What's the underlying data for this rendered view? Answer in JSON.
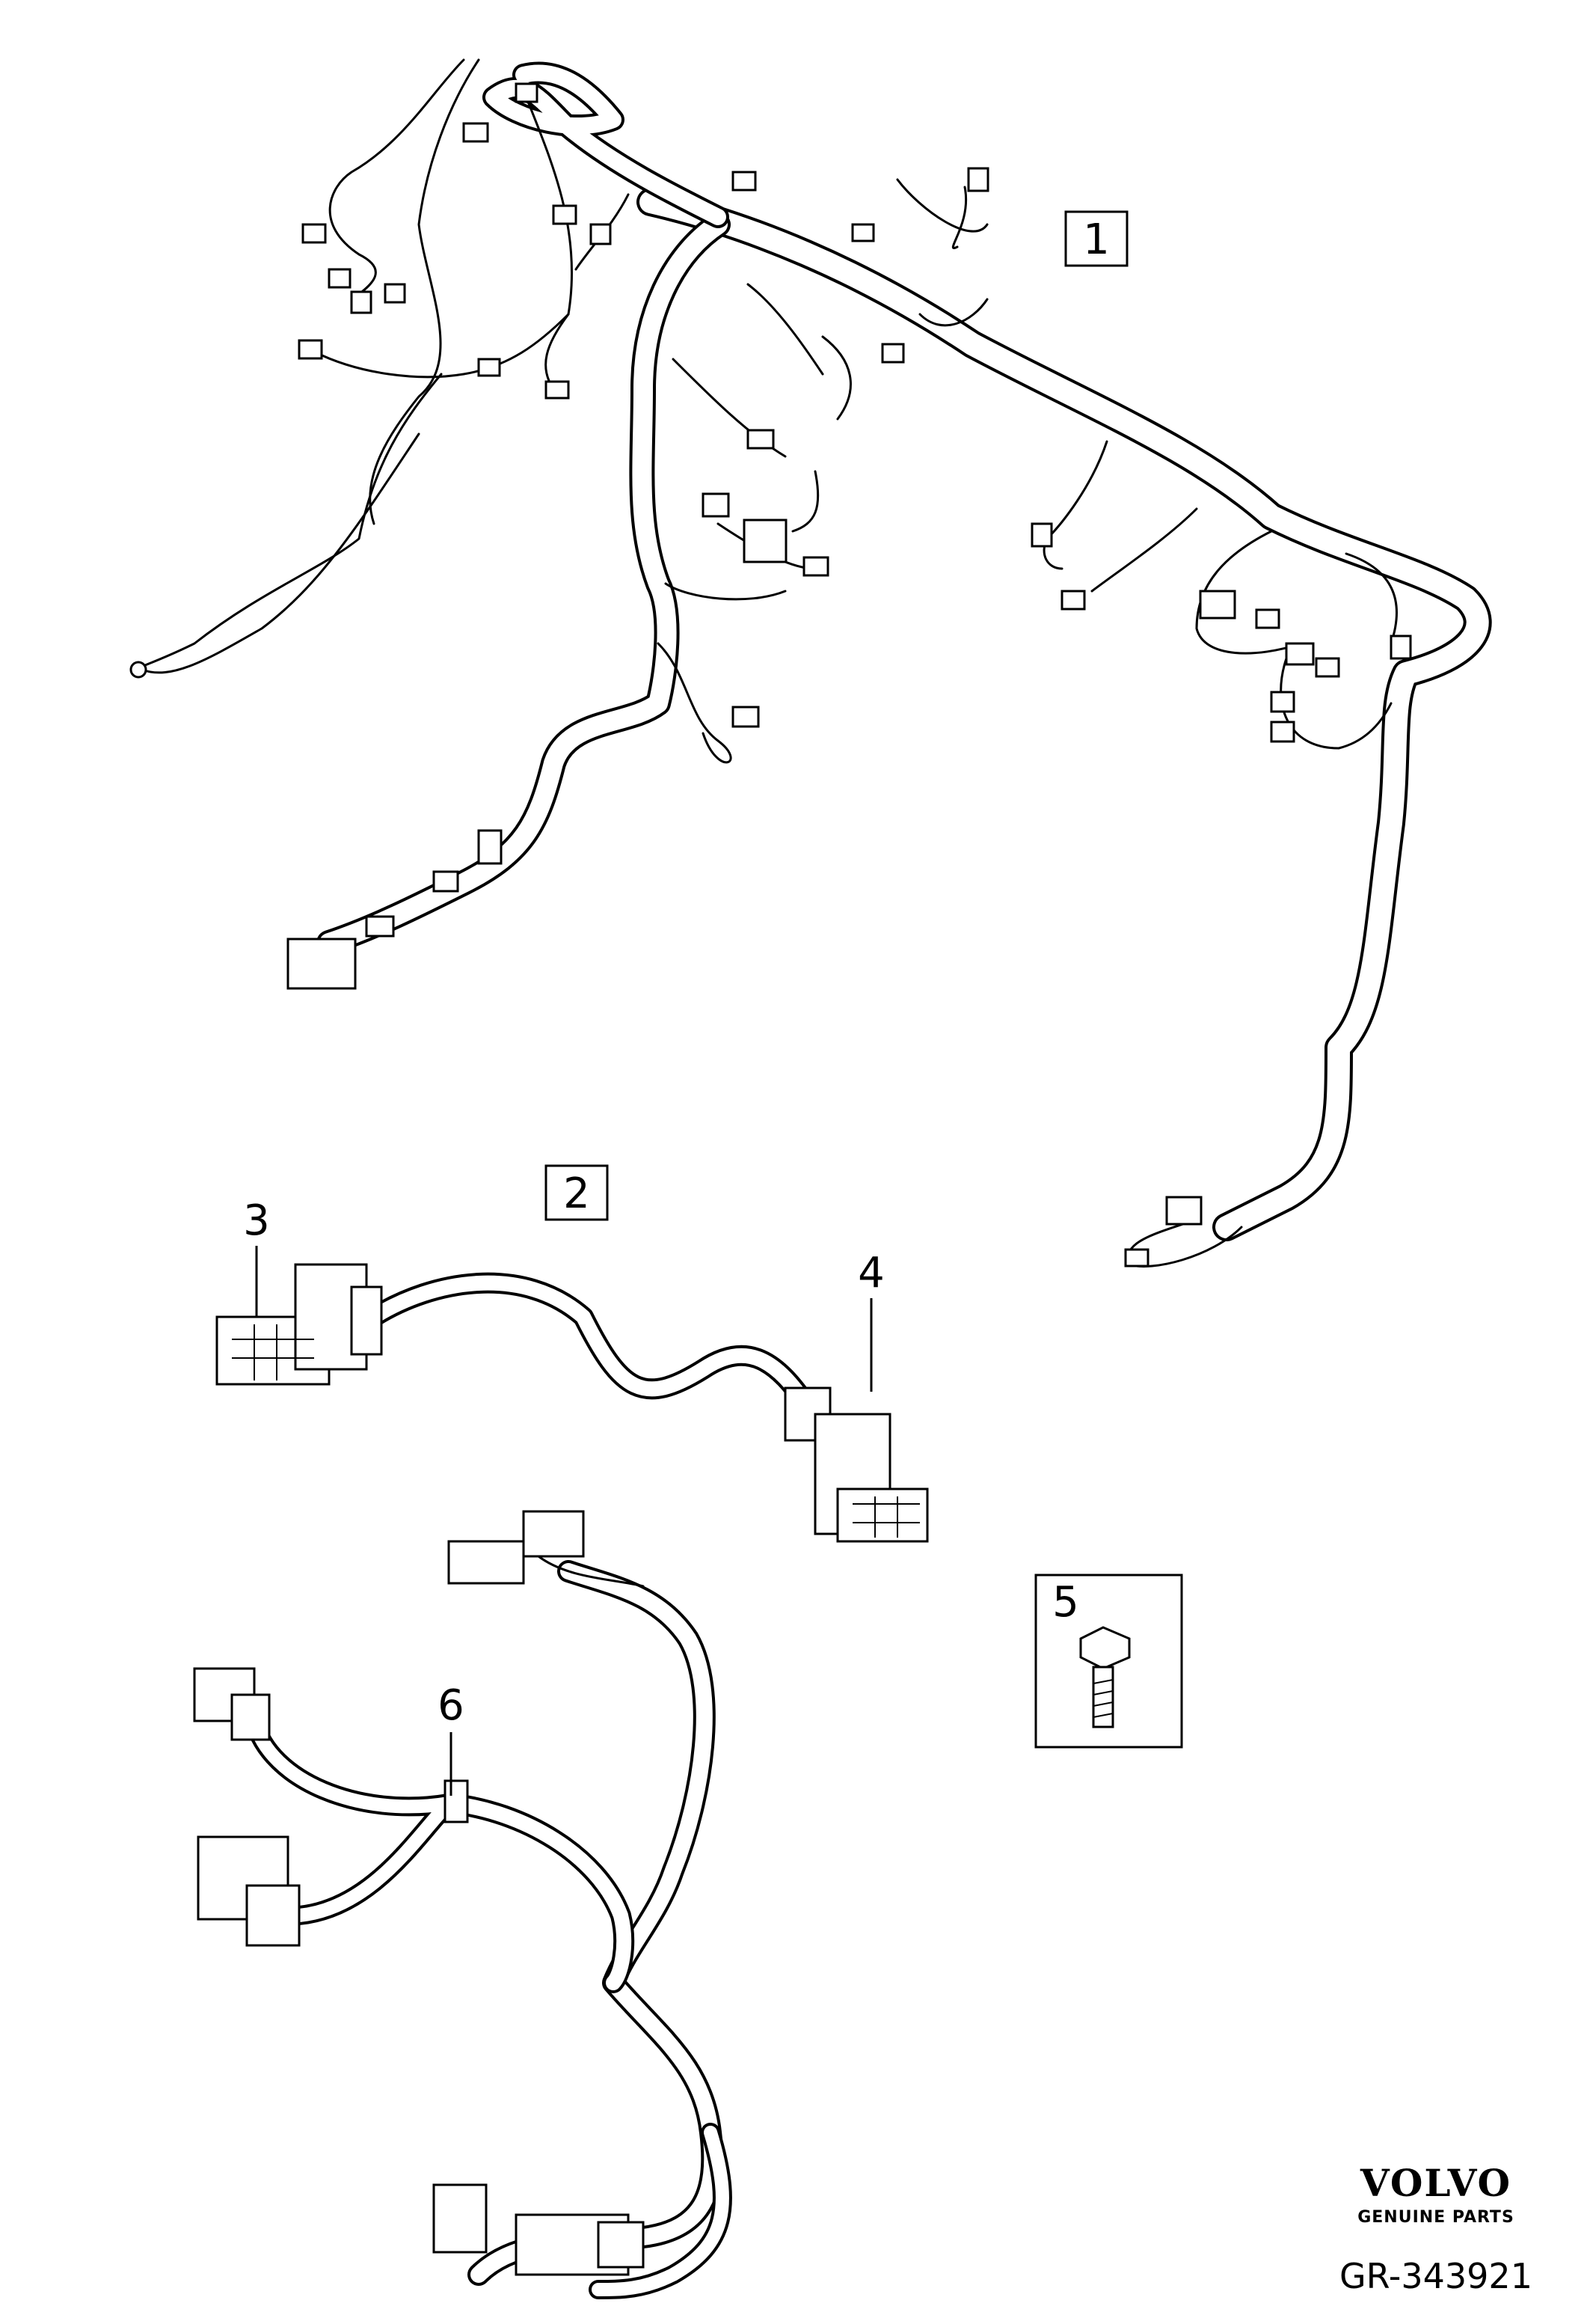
{
  "callouts": {
    "item1": "1",
    "item2": "2",
    "item3": "3",
    "item4": "4",
    "item5": "5",
    "item6": "6"
  },
  "branding": {
    "brand": "VOLVO",
    "tagline": "GENUINE PARTS",
    "diagram_id": "GR-343921"
  },
  "colors": {
    "line": "#000000",
    "background": "#ffffff"
  }
}
